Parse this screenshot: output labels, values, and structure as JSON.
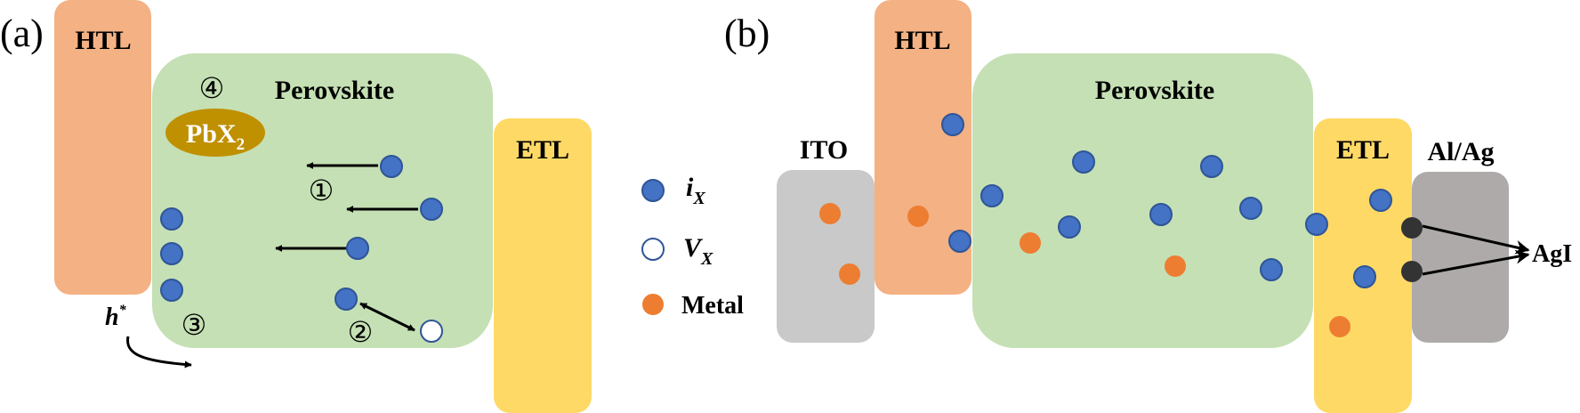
{
  "panel_a": {
    "label": "(a)",
    "htl_label": "HTL",
    "perovskite_label": "Perovskite",
    "etl_label": "ETL",
    "pbx2_base": "PbX",
    "pbx2_sub": "2",
    "markers": [
      "①",
      "②",
      "③",
      "④"
    ],
    "h_base": "h",
    "h_sup": "*"
  },
  "legend": {
    "ix_base": "i",
    "ix_sub": "X",
    "vx_base": "V",
    "vx_sub": "X",
    "metal": "Metal"
  },
  "panel_b": {
    "label": "(b)",
    "ito_label": "ITO",
    "htl_label": "HTL",
    "perovskite_label": "Perovskite",
    "etl_label": "ETL",
    "electrode_label": "Al/Ag",
    "product_label": "AgI"
  },
  "colors": {
    "htl": "#F4B183",
    "perovskite": "#C5E0B4",
    "etl": "#FFD966",
    "ito": "#C9C9C9",
    "electrode": "#AEAAAA",
    "pbx2": "#BF9000",
    "ion_blue": "#4472C4",
    "ion_stroke": "#2F5597",
    "metal_orange": "#ED7D31",
    "dark_dot": "#333333"
  }
}
